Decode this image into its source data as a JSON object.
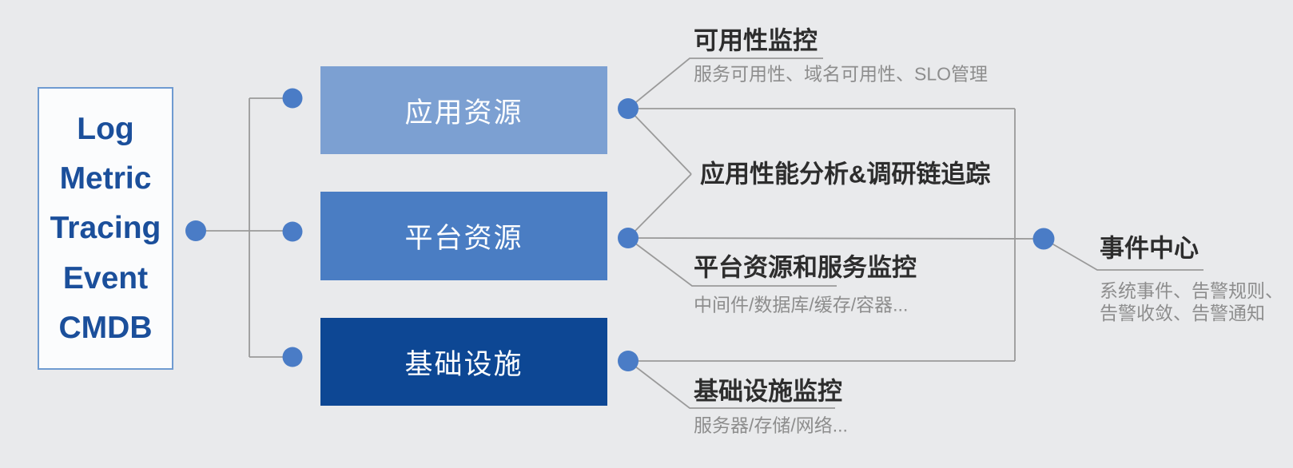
{
  "source_box": {
    "items": [
      "Log",
      "Metric",
      "Tracing",
      "Event",
      "CMDB"
    ]
  },
  "layers": [
    {
      "label": "应用资源"
    },
    {
      "label": "平台资源"
    },
    {
      "label": "基础设施"
    }
  ],
  "callouts": {
    "availability": {
      "title": "可用性监控",
      "subtitle": "服务可用性、域名可用性、SLO管理"
    },
    "apm": {
      "title": "应用性能分析&调研链追踪"
    },
    "platform_monitoring": {
      "title": "平台资源和服务监控",
      "subtitle": "中间件/数据库/缓存/容器..."
    },
    "infrastructure_monitoring": {
      "title": "基础设施监控",
      "subtitle": "服务器/存储/网络..."
    },
    "event_center": {
      "title": "事件中心",
      "subtitle_line1": "系统事件、告警规则、",
      "subtitle_line2": "告警收敛、告警通知"
    }
  },
  "colors": {
    "background": "#e9eaec",
    "layer_application": "#7ca0d2",
    "layer_platform": "#4a7dc3",
    "layer_infrastructure": "#0d4794",
    "connector_dot": "#4a7cc6",
    "connector_line": "#9a9a9a",
    "source_text": "#1b4f9b",
    "source_box_border": "#6f9bd1",
    "title_text": "#2d2d2d",
    "subtitle_text": "#8d8d8d"
  }
}
